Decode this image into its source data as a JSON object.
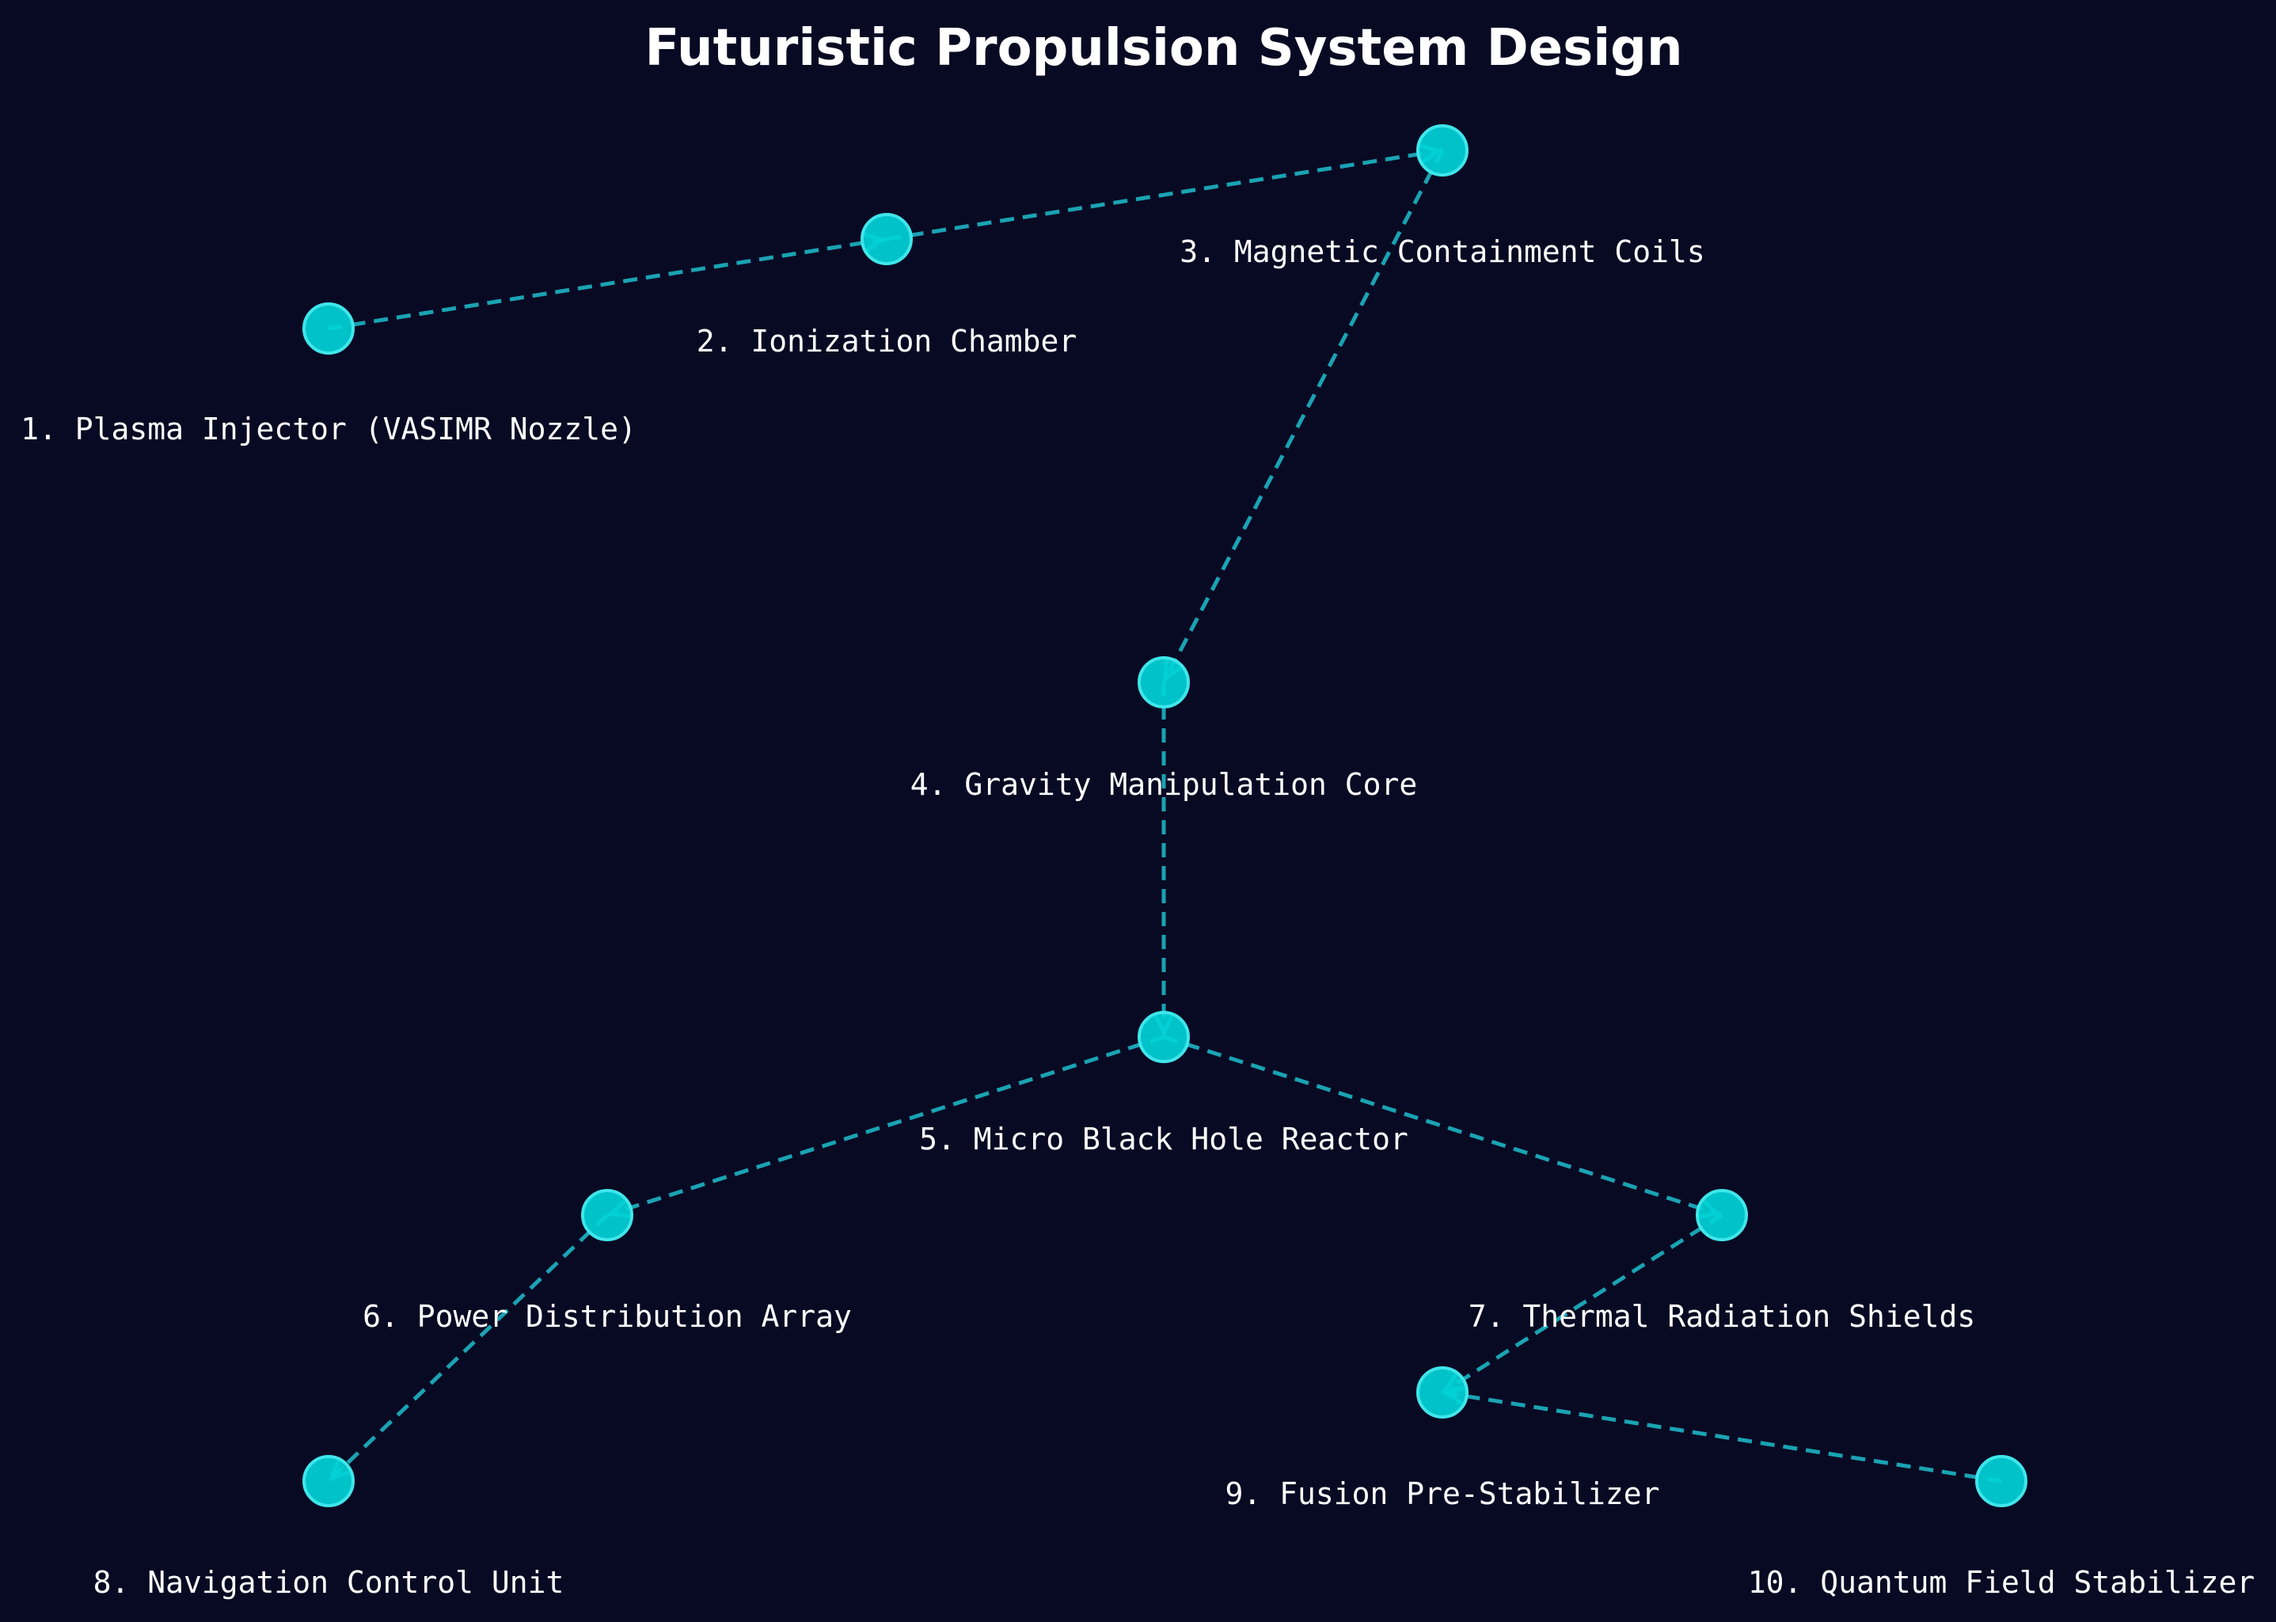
{
  "title": "Futuristic Propulsion System Design",
  "colors": {
    "background": "#080a23",
    "node_fill": "#00d4d8",
    "node_stroke": "#3fe6ea",
    "edge": "#1aa3b3",
    "text": "#ffffff"
  },
  "nodes": [
    {
      "id": "n1",
      "label": "1. Plasma Injector (VASIMR Nozzle)"
    },
    {
      "id": "n2",
      "label": "2. Ionization Chamber"
    },
    {
      "id": "n3",
      "label": "3. Magnetic Containment Coils"
    },
    {
      "id": "n4",
      "label": "4. Gravity Manipulation Core"
    },
    {
      "id": "n5",
      "label": "5. Micro Black Hole Reactor"
    },
    {
      "id": "n6",
      "label": "6. Power Distribution Array"
    },
    {
      "id": "n7",
      "label": "7. Thermal Radiation Shields"
    },
    {
      "id": "n8",
      "label": "8. Navigation Control Unit"
    },
    {
      "id": "n9",
      "label": "9. Fusion Pre-Stabilizer"
    },
    {
      "id": "n10",
      "label": "10. Quantum Field Stabilizer"
    }
  ],
  "edges": [
    {
      "from": "n1",
      "to": "n2"
    },
    {
      "from": "n2",
      "to": "n3"
    },
    {
      "from": "n3",
      "to": "n4"
    },
    {
      "from": "n4",
      "to": "n5"
    },
    {
      "from": "n5",
      "to": "n6"
    },
    {
      "from": "n5",
      "to": "n7"
    },
    {
      "from": "n6",
      "to": "n8"
    },
    {
      "from": "n7",
      "to": "n9"
    },
    {
      "from": "n10",
      "to": "n9"
    }
  ]
}
